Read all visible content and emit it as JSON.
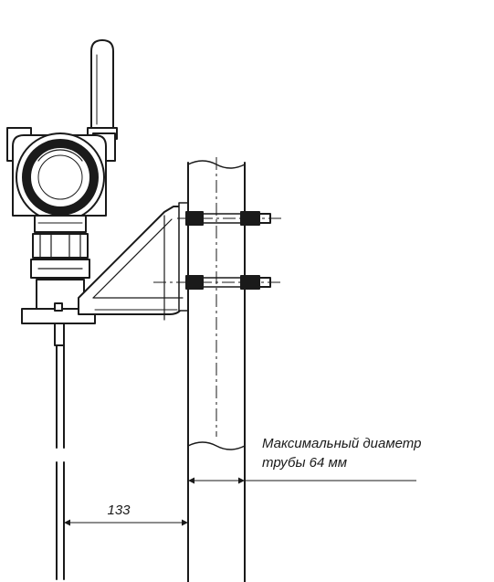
{
  "labels": {
    "max_diameter_line1": "Максимальный диаметр",
    "max_diameter_line2": "трубы 64 мм",
    "offset_dimension": "133"
  },
  "colors": {
    "stroke": "#1a1a1a",
    "fill": "#ffffff"
  }
}
